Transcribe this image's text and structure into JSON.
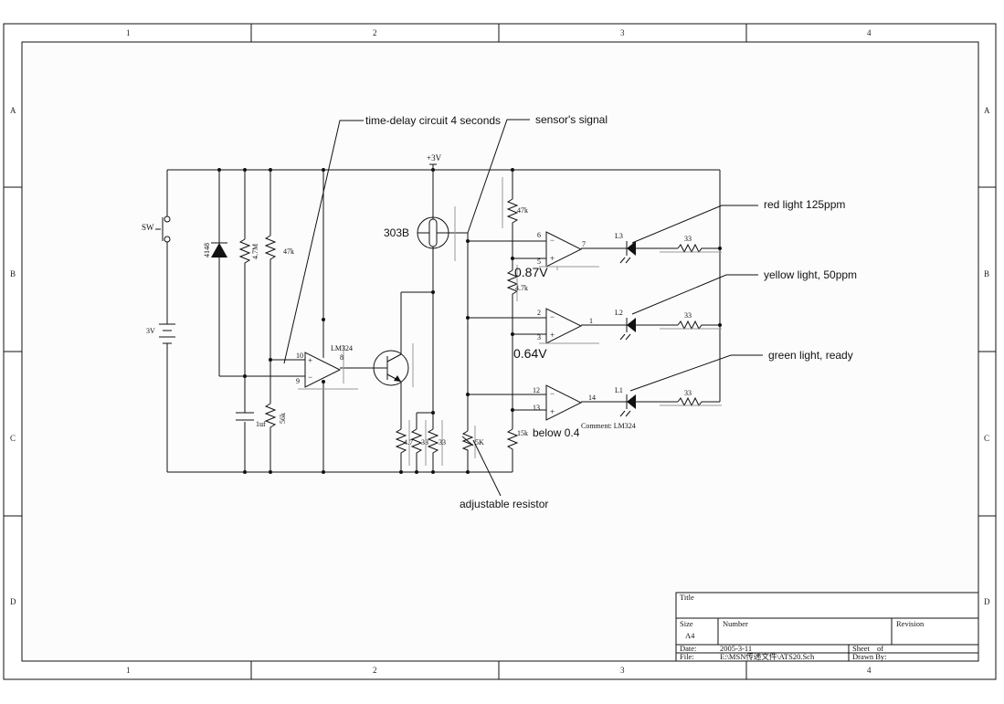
{
  "frame": {
    "columns": [
      "1",
      "2",
      "3",
      "4"
    ],
    "rows": [
      "A",
      "B",
      "C",
      "D"
    ]
  },
  "components": {
    "switch": "SW",
    "battery": "3V",
    "diode": "4148",
    "r_47m": "4.7M",
    "r_47k_left": "47k",
    "cap": "1uf",
    "r_56k": "56k",
    "opamp_main": "LM324",
    "opamp_pin8": "8",
    "pin10": "10",
    "pin9": "9",
    "supply": "+3V",
    "sensor": "303B",
    "r_47_a": "4.7",
    "r_33_a": "33",
    "r_33_b": "33",
    "pot": "5K",
    "r_47k_right": "47k",
    "r_4k7": "4.7k",
    "r_15k": "15k",
    "comp1_in_minus": "6",
    "comp1_in_plus": "5",
    "comp1_out": "7",
    "comp2_in_minus": "2",
    "comp2_in_plus": "3",
    "comp2_out": "1",
    "comp3_in_minus": "12",
    "comp3_in_plus": "13",
    "comp3_out": "14",
    "led1": "L3",
    "led2": "L2",
    "led3": "L1",
    "r_led1": "33",
    "r_led2": "33",
    "r_led3": "33",
    "comment": "Comment: LM324"
  },
  "annotations": {
    "time_delay": "time-delay circuit 4 seconds",
    "sensor_signal": "sensor's signal",
    "red": "red light 125ppm",
    "yellow": "yellow light, 50ppm",
    "green": "green light, ready",
    "adjustable": "adjustable resistor",
    "below": "below 0.4",
    "v1": "0.87V",
    "v2": "0.64V"
  },
  "title_block": {
    "title_label": "Title",
    "size_label": "Size",
    "size_value": "A4",
    "number_label": "Number",
    "revision_label": "Revision",
    "date_label": "Date:",
    "date_value": "2005-3-11",
    "file_label": "File:",
    "file_value": "E:\\MSN传递文件\\ATS20.Sch",
    "sheet_label": "Sheet",
    "of_label": "of",
    "drawn_label": "Drawn By:"
  }
}
